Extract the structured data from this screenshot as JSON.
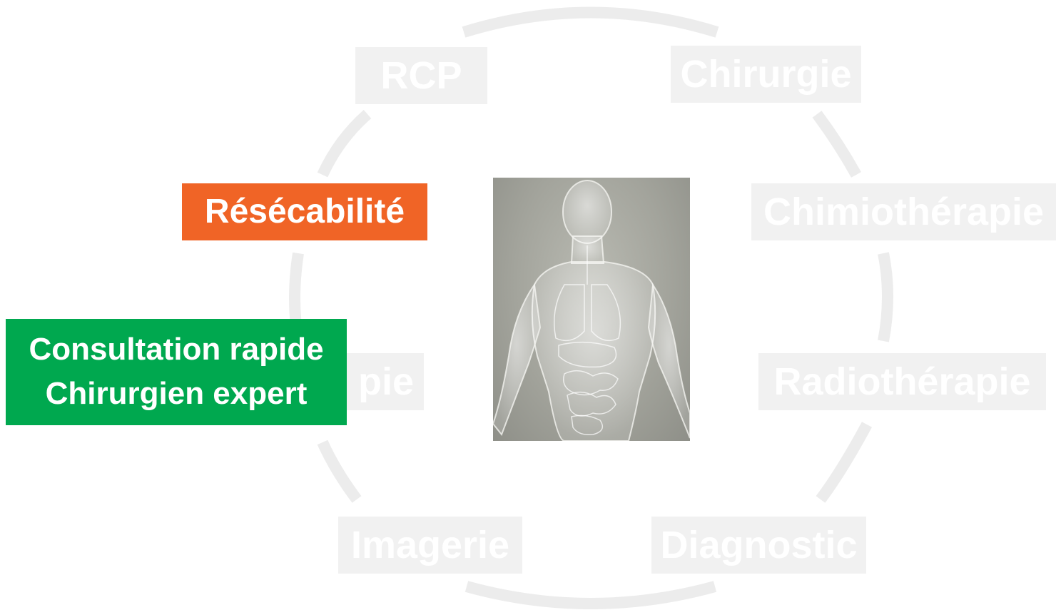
{
  "cycle": {
    "nodes": {
      "rcp": "RCP",
      "chirurgie": "Chirurgie",
      "chimiotherapie": "Chimiothérapie",
      "radiotherapie": "Radiothérapie",
      "diagnostic": "Diagnostic",
      "imagerie": "Imagerie",
      "partial_hidden": "pie"
    },
    "node_color": "#f1f1f1",
    "ring_color": "#ececec"
  },
  "highlights": {
    "resecabilite": {
      "label": "Résécabilité",
      "color": "#f06426"
    },
    "consultation": {
      "line1": "Consultation rapide",
      "line2": "Chirurgien expert",
      "color": "#00a84f"
    }
  },
  "center_image": {
    "icon": "human-anatomy-icon"
  }
}
